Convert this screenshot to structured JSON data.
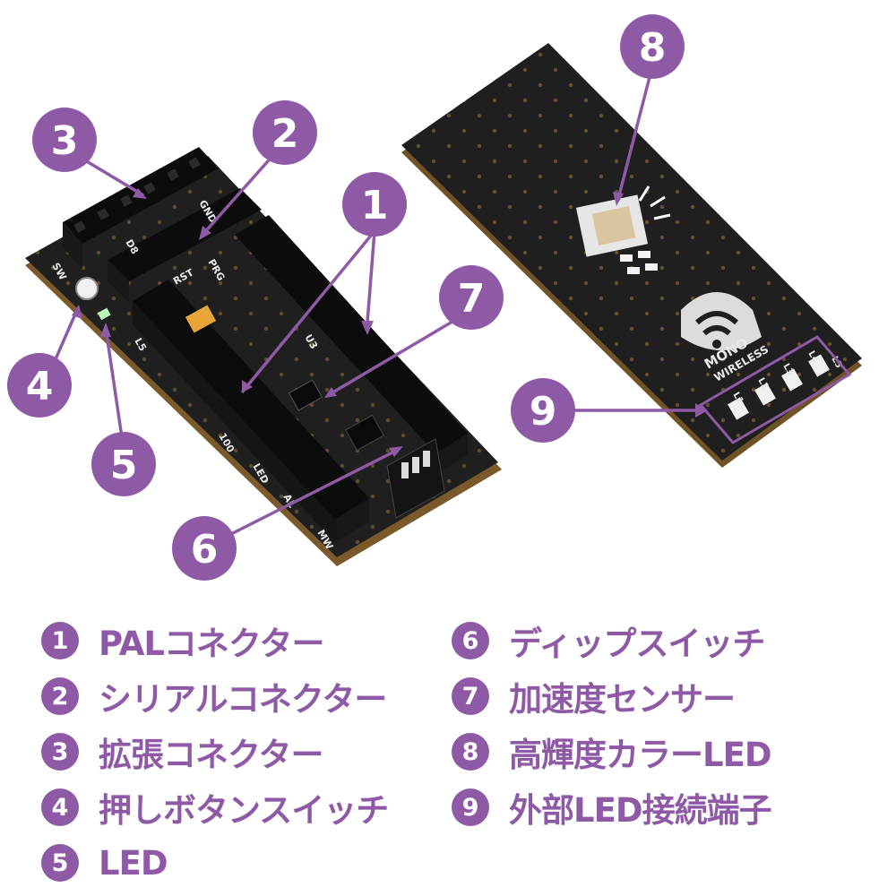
{
  "colors": {
    "accent": "#8e5aa6",
    "pcb": "#1f1f1f",
    "header": "#111111",
    "gold": "#b48a3c"
  },
  "callouts": [
    "1",
    "2",
    "3",
    "4",
    "5",
    "6",
    "7",
    "8",
    "9"
  ],
  "silkscreen": {
    "gnd": "GND",
    "d8": "D8",
    "sw": "SW",
    "prg": "PRG",
    "rst": "RST",
    "u3": "U3",
    "l5": "L5",
    "hundred": "100",
    "led": "LED",
    "al": "AL",
    "mw": "MW",
    "brand_line1": "MONO",
    "brand_line2": "WIRELESS",
    "pad_labels": [
      "L1",
      "L2",
      "L3",
      "L4",
      "L5"
    ]
  },
  "legend": [
    {
      "num": "1",
      "label": "PALコネクター"
    },
    {
      "num": "2",
      "label": "シリアルコネクター"
    },
    {
      "num": "3",
      "label": "拡張コネクター"
    },
    {
      "num": "4",
      "label": "押しボタンスイッチ"
    },
    {
      "num": "5",
      "label": "LED"
    },
    {
      "num": "6",
      "label": "ディップスイッチ"
    },
    {
      "num": "7",
      "label": "加速度センサー"
    },
    {
      "num": "8",
      "label": "高輝度カラーLED"
    },
    {
      "num": "9",
      "label": "外部LED接続端子"
    }
  ]
}
